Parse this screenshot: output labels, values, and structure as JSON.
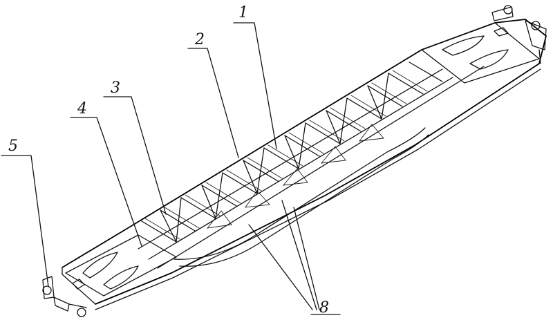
{
  "callouts": [
    {
      "id": "c1",
      "label": "1"
    },
    {
      "id": "c2",
      "label": "2"
    },
    {
      "id": "c3",
      "label": "3"
    },
    {
      "id": "c4",
      "label": "4"
    },
    {
      "id": "c5",
      "label": "5"
    },
    {
      "id": "c8",
      "label": "8"
    }
  ],
  "colors": {
    "ink": "#111111",
    "paper": "#ffffff"
  }
}
